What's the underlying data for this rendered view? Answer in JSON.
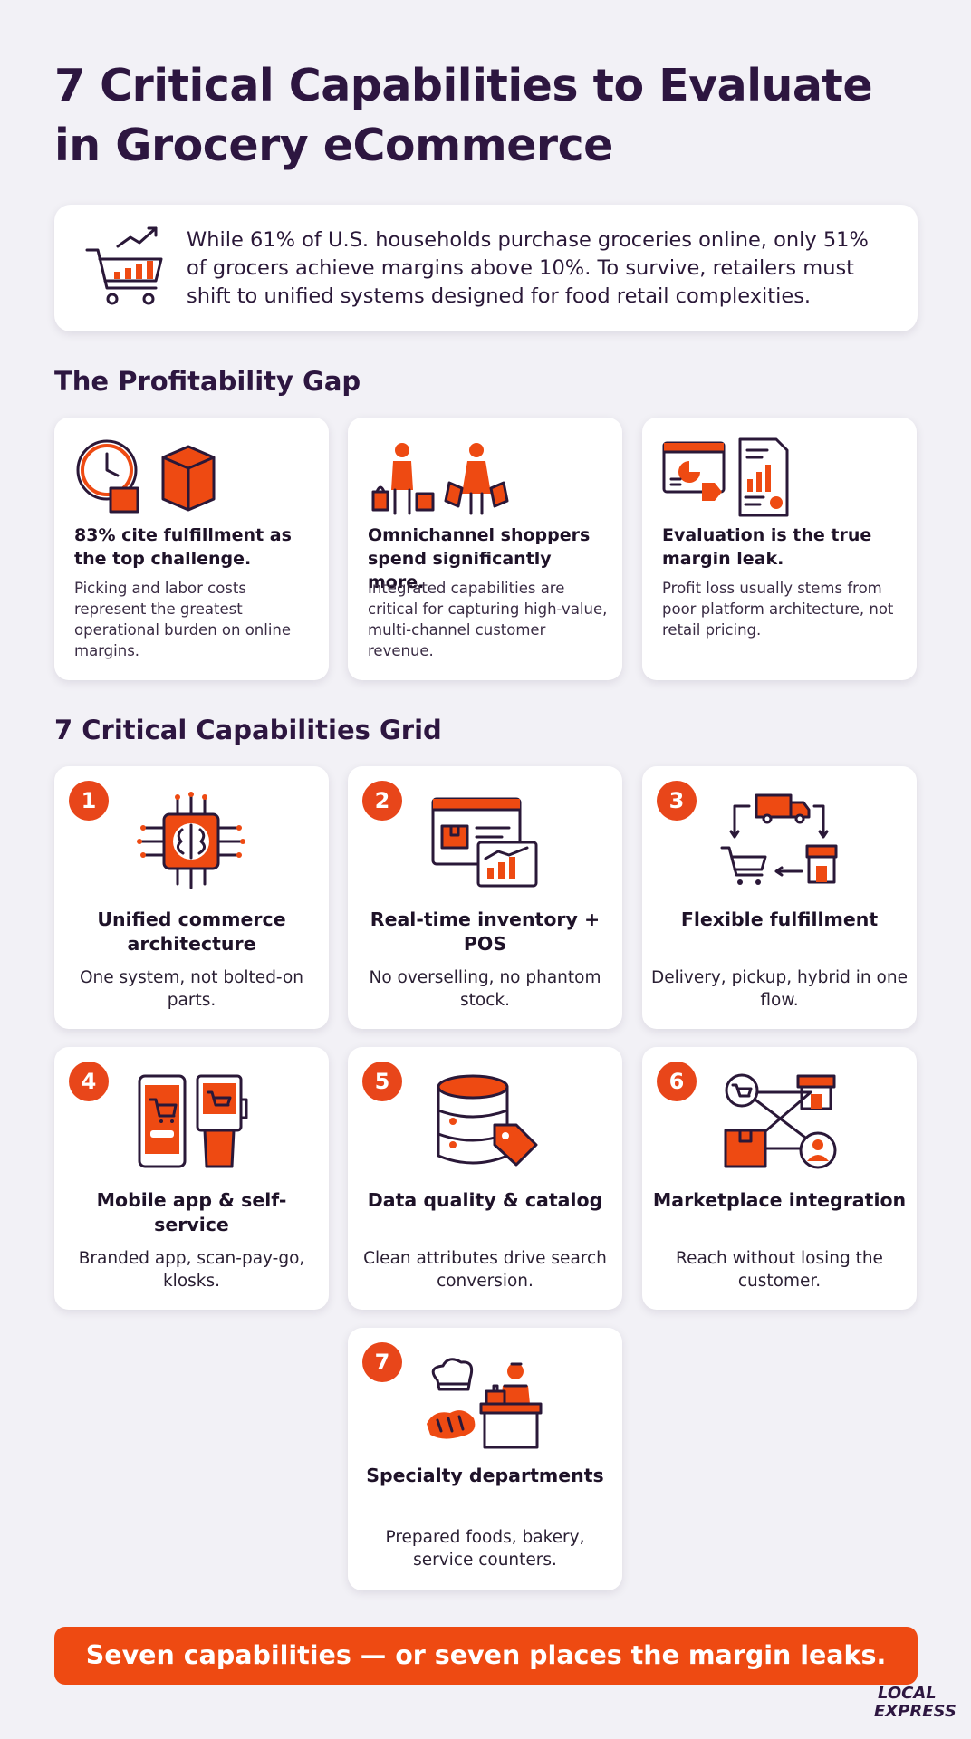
{
  "title": "7 Critical Capabilities to Evaluate in Grocery eCommerce",
  "intro": "While 61% of U.S. households purchase groceries online, only 51% of grocers achieve margins above 10%. To survive, retailers must shift to unified systems designed for food retail complexities.",
  "gap": {
    "heading": "The Profitability Gap",
    "cards": [
      {
        "title": "83% cite fulfillment as the top challenge.",
        "body": "Picking and labor costs represent the greatest operational burden on online margins.",
        "icon": "clock-box-icon"
      },
      {
        "title": "Omnichannel shoppers spend significantly more.",
        "body": "Integrated capabilities are critical for capturing high-value, multi-channel customer revenue.",
        "icon": "shoppers-icon"
      },
      {
        "title": "Evaluation is the true margin leak.",
        "body": "Profit loss usually stems from poor platform architecture, not retail pricing.",
        "icon": "reports-icon"
      }
    ]
  },
  "grid": {
    "heading": "7 Critical Capabilities Grid",
    "items": [
      {
        "num": "1",
        "title": "Unified commerce architecture",
        "body": "One system, not bolted-on parts.",
        "icon": "brain-chip-icon"
      },
      {
        "num": "2",
        "title": "Real-time inventory + POS",
        "body": "No overselling, no phantom stock.",
        "icon": "inventory-dashboard-icon"
      },
      {
        "num": "3",
        "title": "Flexible fulfillment",
        "body": "Delivery, pickup, hybrid in one flow.",
        "icon": "fulfillment-cycle-icon"
      },
      {
        "num": "4",
        "title": "Mobile app & self-service",
        "body": "Branded app, scan-pay-go, klosks.",
        "icon": "mobile-kiosk-icon"
      },
      {
        "num": "5",
        "title": "Data quality & catalog",
        "body": "Clean attributes drive search conversion.",
        "icon": "database-tag-icon"
      },
      {
        "num": "6",
        "title": "Marketplace integration",
        "body": "Reach without losing the customer.",
        "icon": "marketplace-network-icon"
      },
      {
        "num": "7",
        "title": "Specialty departments",
        "body": "Prepared foods, bakery, service counters.",
        "icon": "chef-counter-icon"
      }
    ]
  },
  "banner": "Seven capabilities — or seven places the margin leaks.",
  "logo": {
    "line1": "LOCAL",
    "line2": "EXPRESS"
  },
  "colors": {
    "accent": "#ee4a12",
    "text": "#2d1640",
    "background": "#f2f1f6"
  }
}
